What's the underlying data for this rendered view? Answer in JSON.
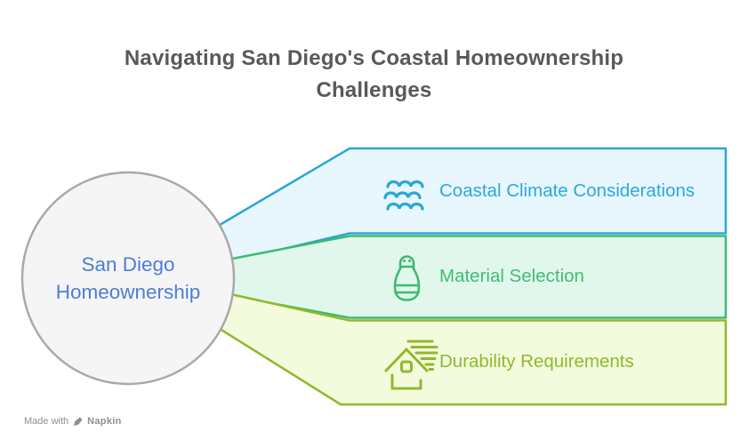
{
  "title": "Navigating San Diego's Coastal Homeownership Challenges",
  "title_color": "#595959",
  "center": {
    "label": "San Diego Homeownership",
    "fill": "#f5f5f6",
    "border": "#a9a9a9",
    "text_color": "#4c7fd2"
  },
  "branches": [
    {
      "label": "Coastal Climate Considerations",
      "icon": "waves-icon",
      "fill": "#e8f7fd",
      "stroke": "#2aa7d5",
      "text_color": "#2ba9d8"
    },
    {
      "label": "Material Selection",
      "icon": "salt-shaker-icon",
      "fill": "#e2f7eb",
      "stroke": "#3dba6f",
      "text_color": "#3ebd75"
    },
    {
      "label": "Durability Requirements",
      "icon": "weathered-house-icon",
      "fill": "#f4fadc",
      "stroke": "#8fb92b",
      "text_color": "#8dba2e"
    }
  ],
  "footer": {
    "prefix": "Made with",
    "brand": "Napkin"
  }
}
